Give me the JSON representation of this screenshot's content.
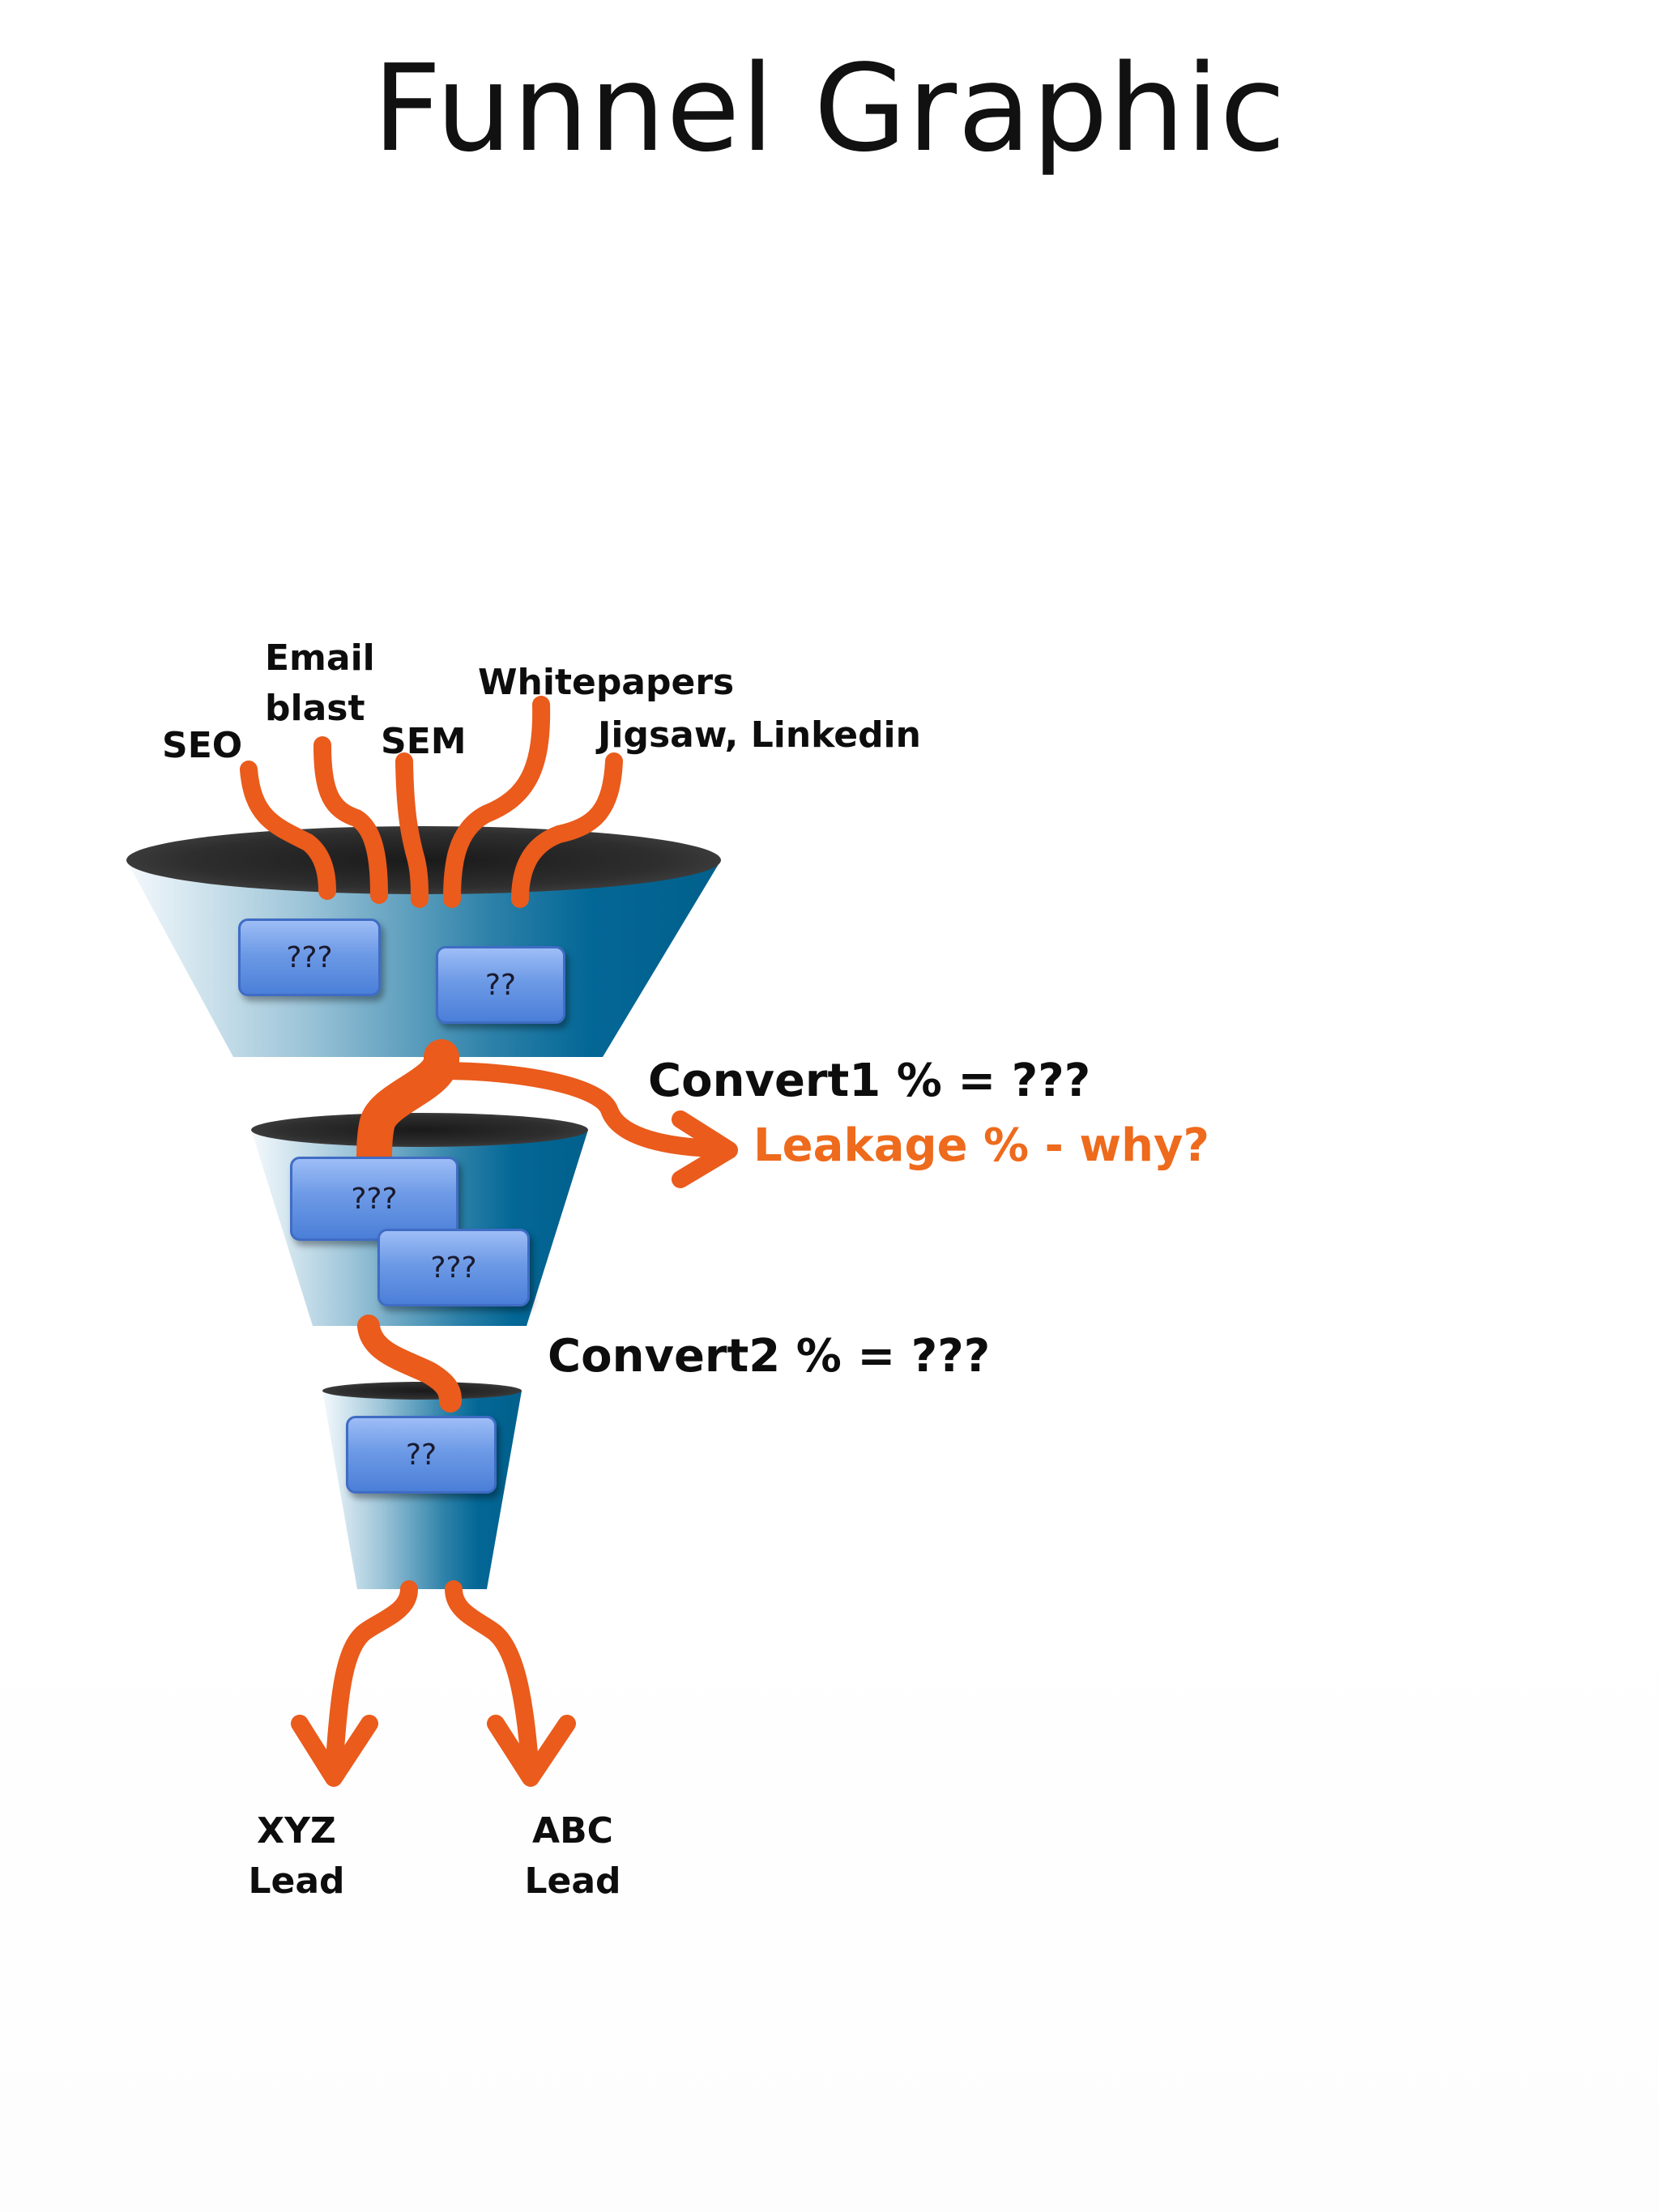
{
  "title": "Funnel Graphic",
  "sources": [
    {
      "id": "seo",
      "label": "SEO"
    },
    {
      "id": "email",
      "label": "Email\nblast"
    },
    {
      "id": "sem",
      "label": "SEM"
    },
    {
      "id": "whitepapers",
      "label": "Whitepapers"
    },
    {
      "id": "jigsaw",
      "label": "Jigsaw, Linkedin"
    }
  ],
  "stages": [
    {
      "name": "top",
      "boxes": [
        "???",
        "??"
      ]
    },
    {
      "name": "middle",
      "boxes": [
        "???",
        "???"
      ]
    },
    {
      "name": "bottom",
      "boxes": [
        "??"
      ]
    }
  ],
  "conversions": {
    "convert1": "Convert1 % = ???",
    "leakage": "Leakage % - why?",
    "convert2": "Convert2 % = ???"
  },
  "leads": [
    {
      "label": "XYZ\nLead"
    },
    {
      "label": "ABC\nLead"
    }
  ],
  "colors": {
    "arrow": "#ea5b1c",
    "leakage_text": "#ee6a1c",
    "funnel_dark": "#036796",
    "funnel_light": "#f2f8fb",
    "funnel_rim": "#2b2b2b",
    "box_fill": "#6d9ae6"
  }
}
